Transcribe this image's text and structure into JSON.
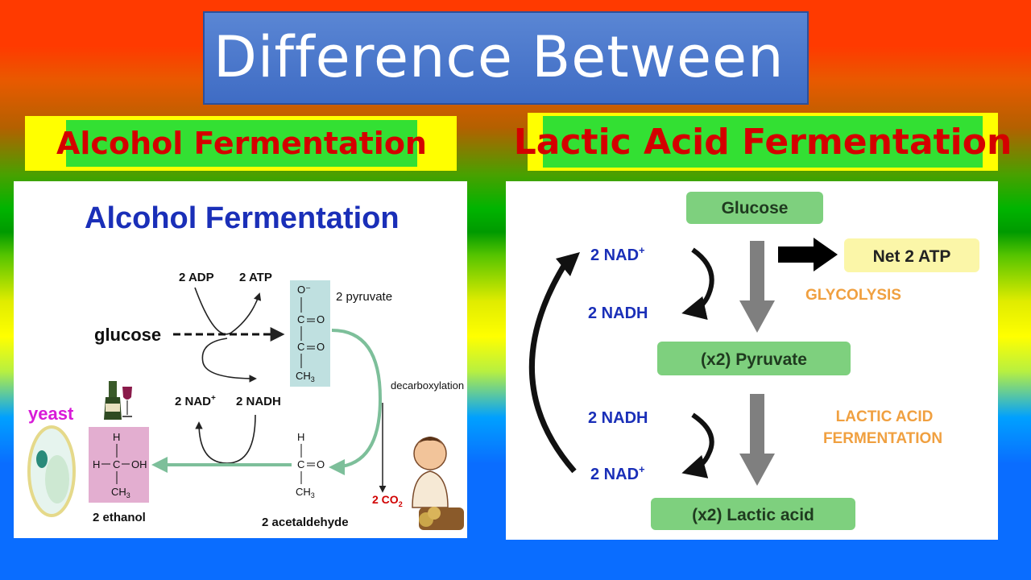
{
  "title": "Difference Between",
  "left_header": "Alcohol Fermentation",
  "right_header": "Lactic Acid Fermentation",
  "alcohol": {
    "title": "Alcohol Fermentation",
    "adp": "2 ADP",
    "atp": "2 ATP",
    "glucose": "glucose",
    "pyruvate": "2 pyruvate",
    "nad": "2 NAD",
    "nad_sup": "+",
    "nadh": "2 NADH",
    "decarboxylation": "decarboxylation",
    "co2": "2 CO",
    "co2_sub": "2",
    "ethanol": "2 ethanol",
    "acetaldehyde": "2 acetaldehyde",
    "yeast": "yeast",
    "pyr_o_minus": "O⁻",
    "atom_c": "C",
    "atom_o": "O",
    "atom_h": "H",
    "atom_ch3": "CH",
    "sub_3": "3",
    "atom_oh": "OH",
    "colors": {
      "title": "#1a2fb8",
      "yeast": "#d81ad8",
      "arrow_green": "#7dbf9a",
      "pyruvate_box": "#bfe0e0",
      "ethanol_box": "#e3aed0"
    }
  },
  "lactic": {
    "glucose": "Glucose",
    "net_atp": "Net 2 ATP",
    "glycolysis": "GLYCOLYSIS",
    "pyruvate": "(x2) Pyruvate",
    "nad_top": "2 NAD",
    "nad_sup": "+",
    "nadh_top": "2 NADH",
    "nadh_bottom": "2 NADH",
    "nad_bottom": "2 NAD",
    "lactic_label_1": "LACTIC ACID",
    "lactic_label_2": "FERMENTATION",
    "lactic_acid": "(x2) Lactic acid",
    "colors": {
      "green_box": "#7ed07e",
      "yellow_box": "#fbf6a8",
      "orange_text": "#f0a040",
      "nad_text": "#1a2fb8"
    }
  }
}
